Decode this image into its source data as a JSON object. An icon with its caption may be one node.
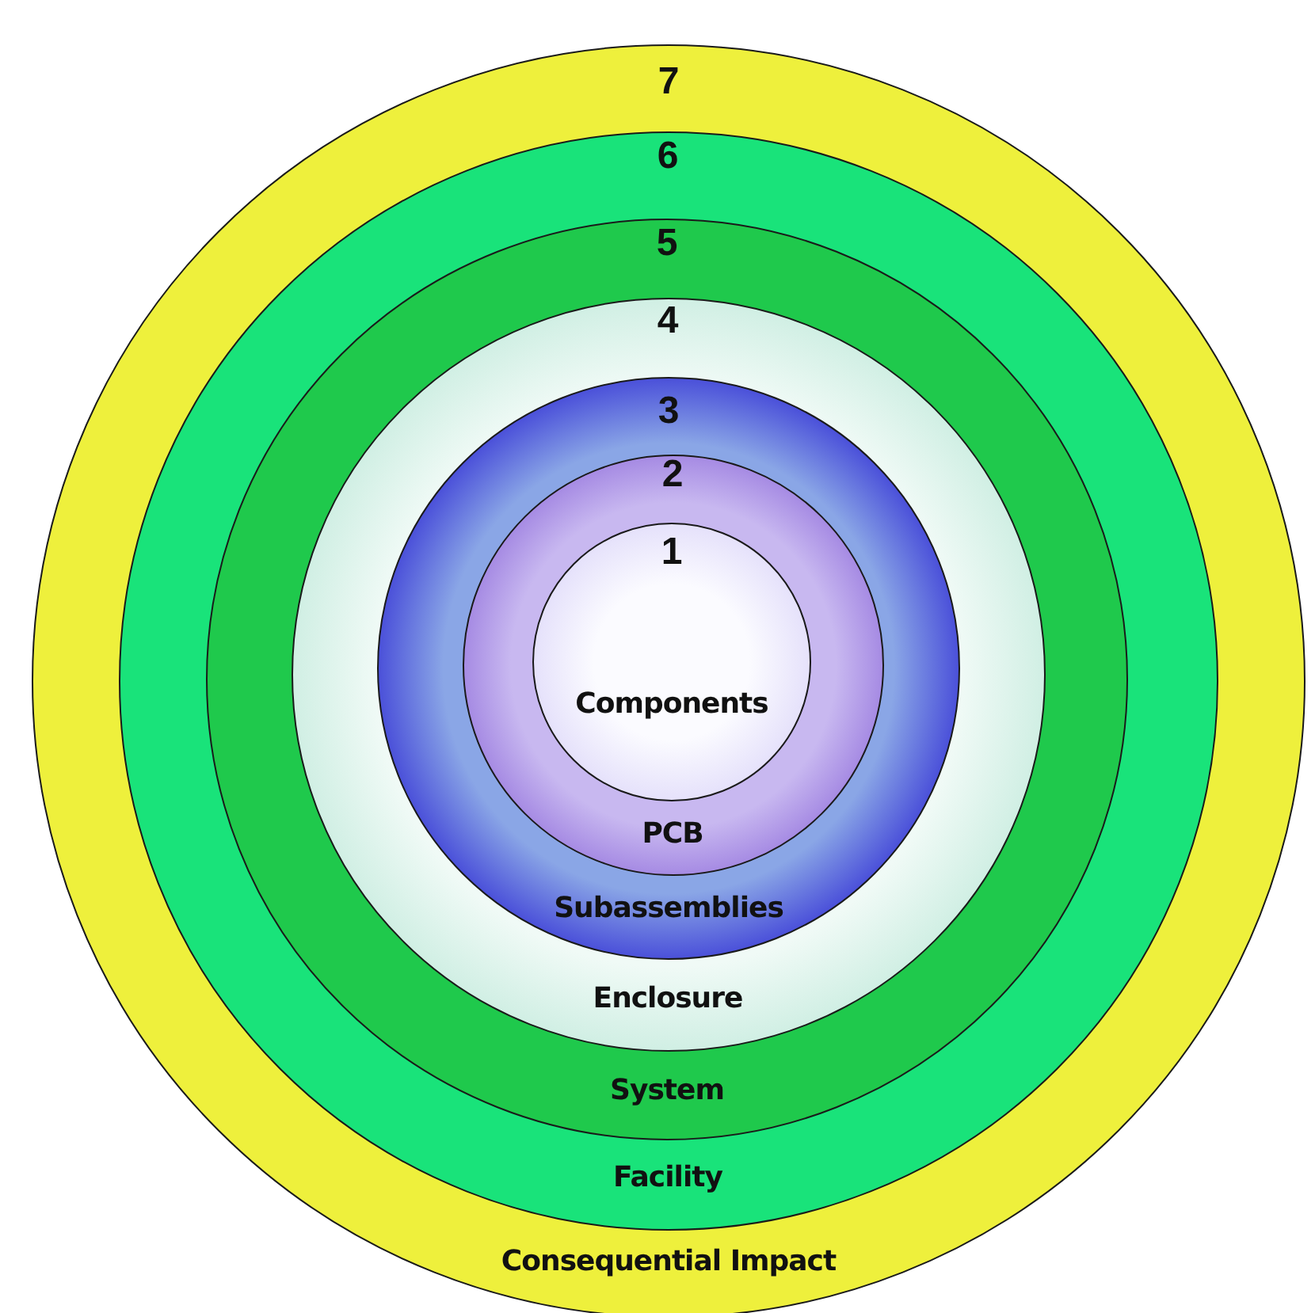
{
  "diagram": {
    "nodes": [
      {
        "text": [
          "7",
          "Consequential Impact"
        ]
      },
      {
        "text": [
          "6",
          "Facility"
        ],
        "in": 0
      },
      {
        "text": [
          "5",
          "System"
        ],
        "in": 1
      },
      {
        "text": [
          "4",
          "Enclosure"
        ],
        "in": 2
      },
      {
        "text": [
          "3",
          "Subassemblies"
        ],
        "in": 3
      },
      {
        "text": [
          "2",
          "PCB"
        ],
        "in": 4
      },
      {
        "text": [
          "1",
          "Components"
        ],
        "in": 5
      }
    ]
  }
}
